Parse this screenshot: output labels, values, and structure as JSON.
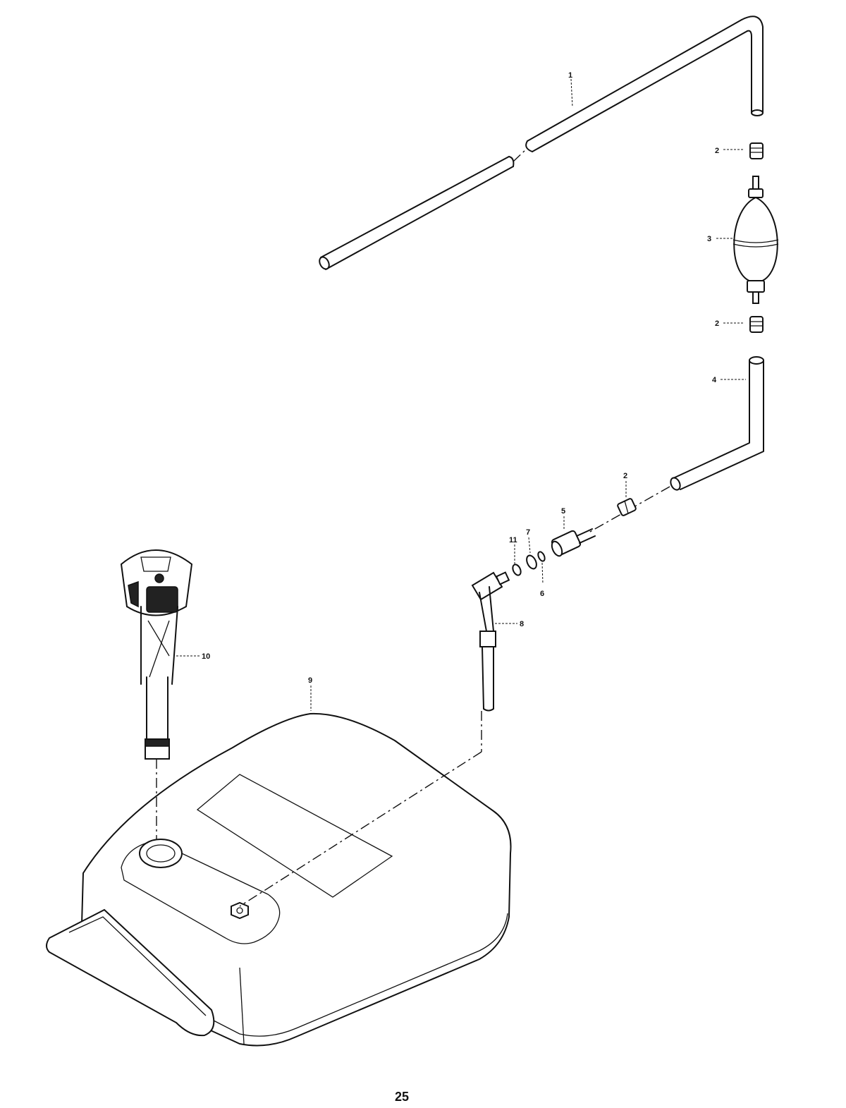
{
  "callouts": {
    "hose_upper": "1",
    "hose_fitting_top": "2",
    "primer_bulb": "3",
    "hose_fitting_mid": "2",
    "hose_lower": "4",
    "hose_fitting_low": "2",
    "connector": "5",
    "o_ring_6": "6",
    "o_ring_7": "7",
    "pickup_tube": "8",
    "fuel_tank": "9",
    "fuel_gauge": "10",
    "washer_11": "11"
  },
  "page_number": "25"
}
